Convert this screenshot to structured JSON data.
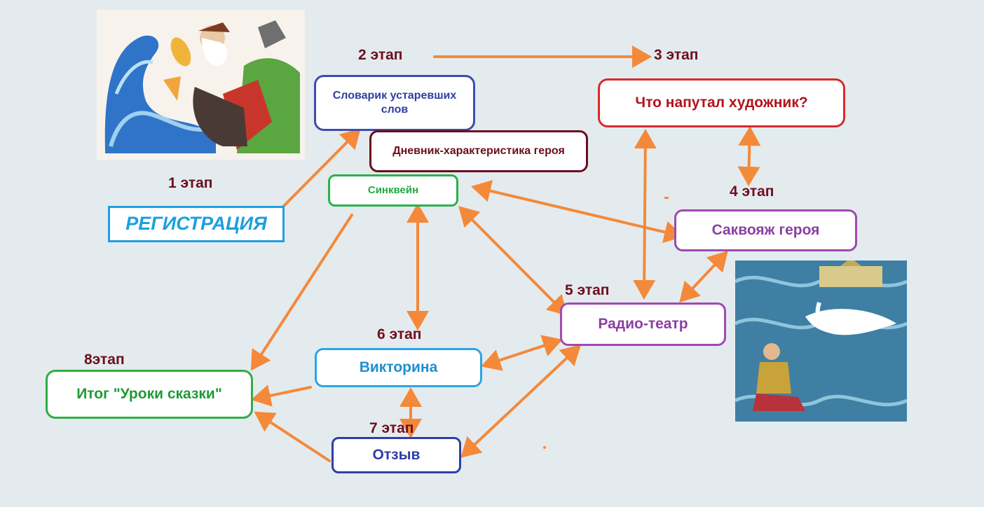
{
  "colors": {
    "background": "#e4ebee",
    "arrow": "#f4893a",
    "stage_label": "#6d0f1e"
  },
  "illustrations": {
    "top_left": "old-man-and-golden-fish-illustration",
    "bottom_right": "swan-and-prince-sea-illustration"
  },
  "stages": {
    "s1": "1 этап",
    "s2": "2 этап",
    "s3": "3 этап",
    "s4": "4 этап",
    "s5": "5 этап",
    "s6": "6 этап",
    "s7": "7 этап",
    "s8": "8этап"
  },
  "nodes": {
    "registration": {
      "label": "РЕГИСТРАЦИЯ",
      "border": "#1ea0e0",
      "color": "#1aa0de"
    },
    "dictionary": {
      "label": "Словарик устаревших слов",
      "border": "#3d4bb0",
      "color": "#2f3fa2"
    },
    "diary": {
      "label": "Дневник-характеристика героя",
      "border": "#6a0d1e",
      "color": "#6a0d1e"
    },
    "sinkwine": {
      "label": "Синквейн",
      "border": "#27b34a",
      "color": "#23a845"
    },
    "artist": {
      "label": "Что напутал художник?",
      "border": "#d92a2a",
      "color": "#b0141e"
    },
    "suitcase": {
      "label": "Саквояж героя",
      "border": "#9c4aae",
      "color": "#8a3fa2"
    },
    "radio": {
      "label": "Радио-театр",
      "border": "#a04ab2",
      "color": "#8a3fa2"
    },
    "quiz": {
      "label": "Викторина",
      "border": "#2aa6e2",
      "color": "#1d8fd0"
    },
    "summary": {
      "label": "Итог \"Уроки сказки\"",
      "border": "#2fae43",
      "color": "#1f9a36"
    },
    "review": {
      "label": "Отзыв",
      "border": "#2e3fa8",
      "color": "#2e3fa8"
    }
  }
}
